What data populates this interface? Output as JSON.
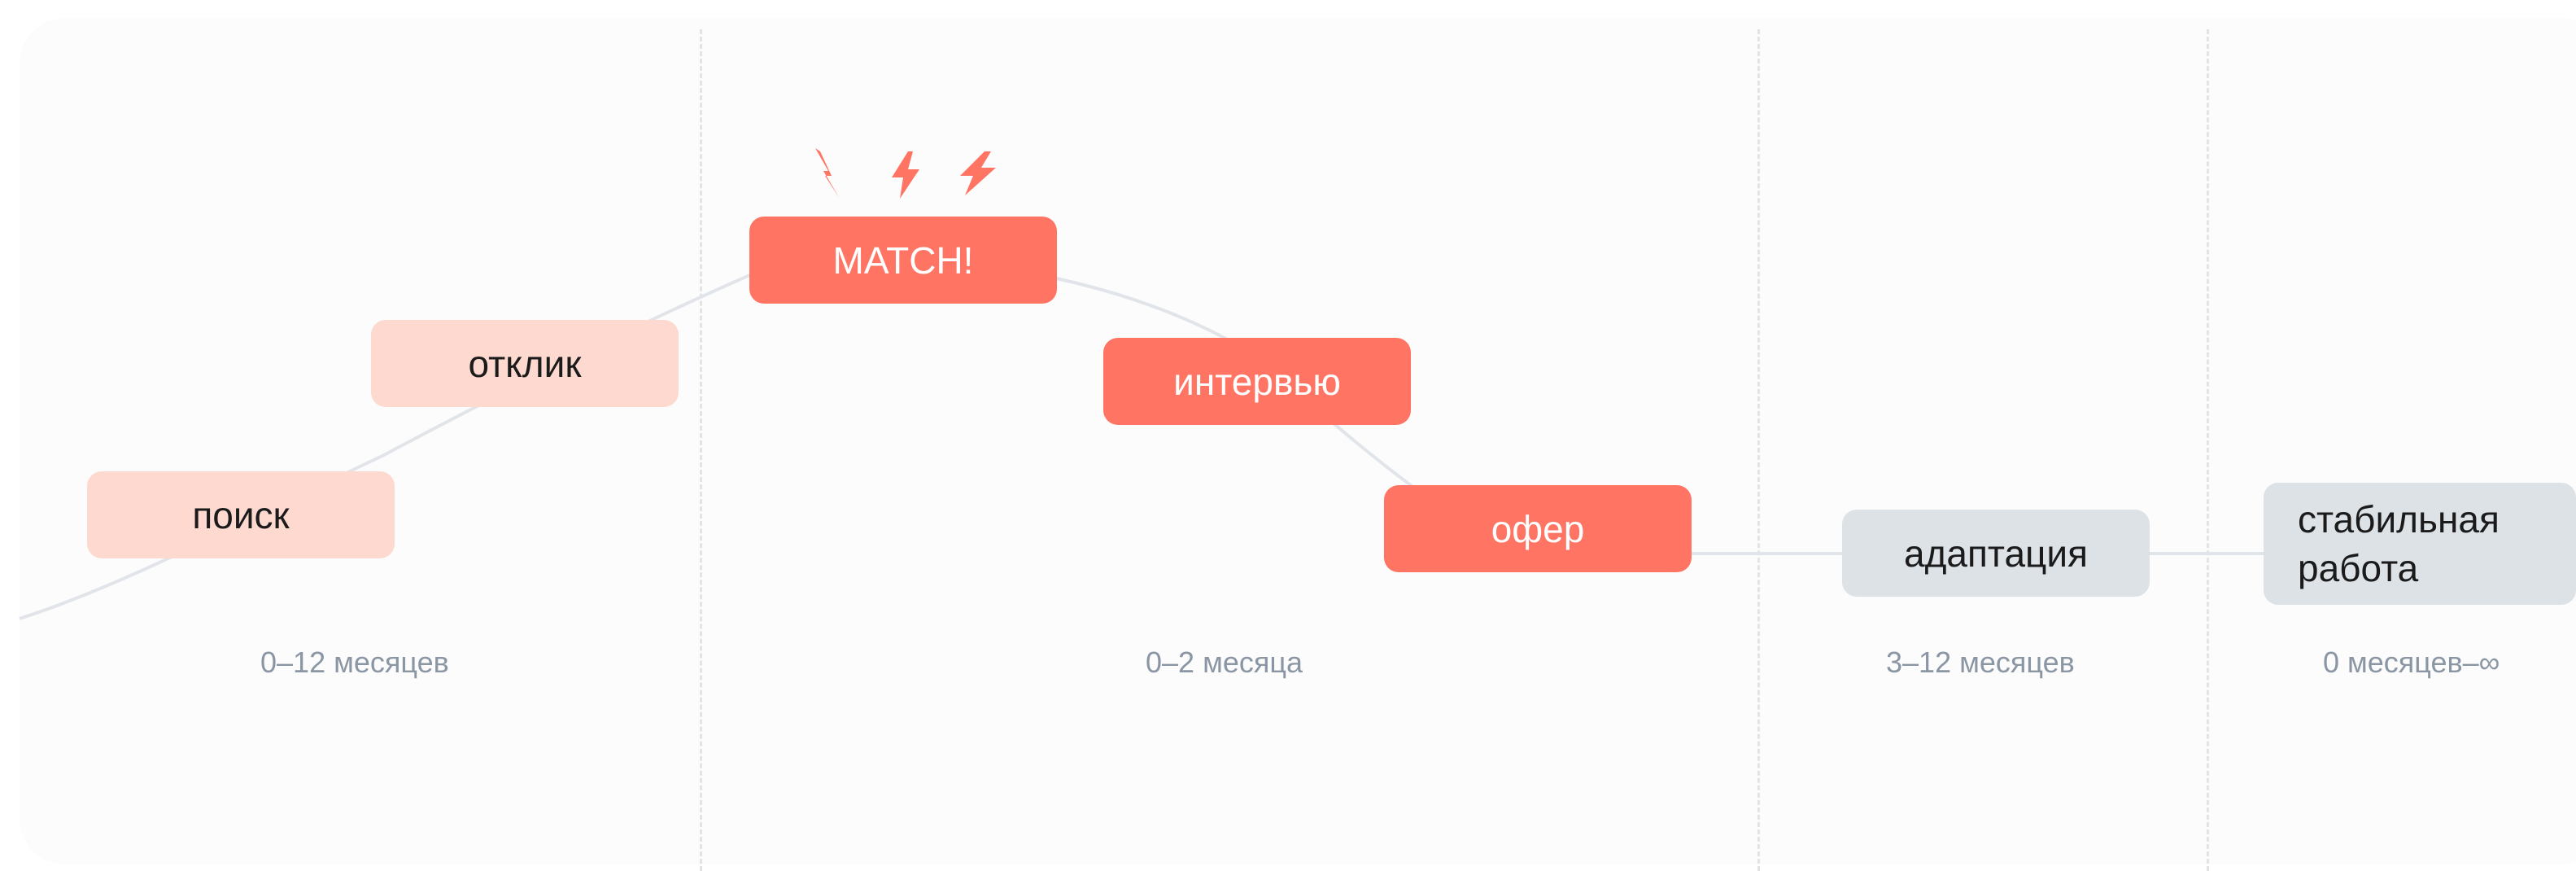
{
  "stages": {
    "search": "поиск",
    "response": "отклик",
    "match": "MATCH!",
    "interview": "интервью",
    "offer": "офер",
    "adaptation": "адаптация",
    "stable_work": "стабильная\nработа"
  },
  "periods": {
    "search_period": "0–12 месяцев",
    "hiring_period": "0–2 месяца",
    "adaptation_period": "3–12 месяцев",
    "stable_period": "0 месяцев–∞"
  },
  "colors": {
    "stage_light": "#fdd9d0",
    "stage_hot": "#ff7463",
    "stage_gray": "#dde2e7",
    "connector": "#e1e5ea",
    "period_text": "#8a96a3"
  },
  "icons": {
    "match_bolts": "lightning-icon"
  }
}
